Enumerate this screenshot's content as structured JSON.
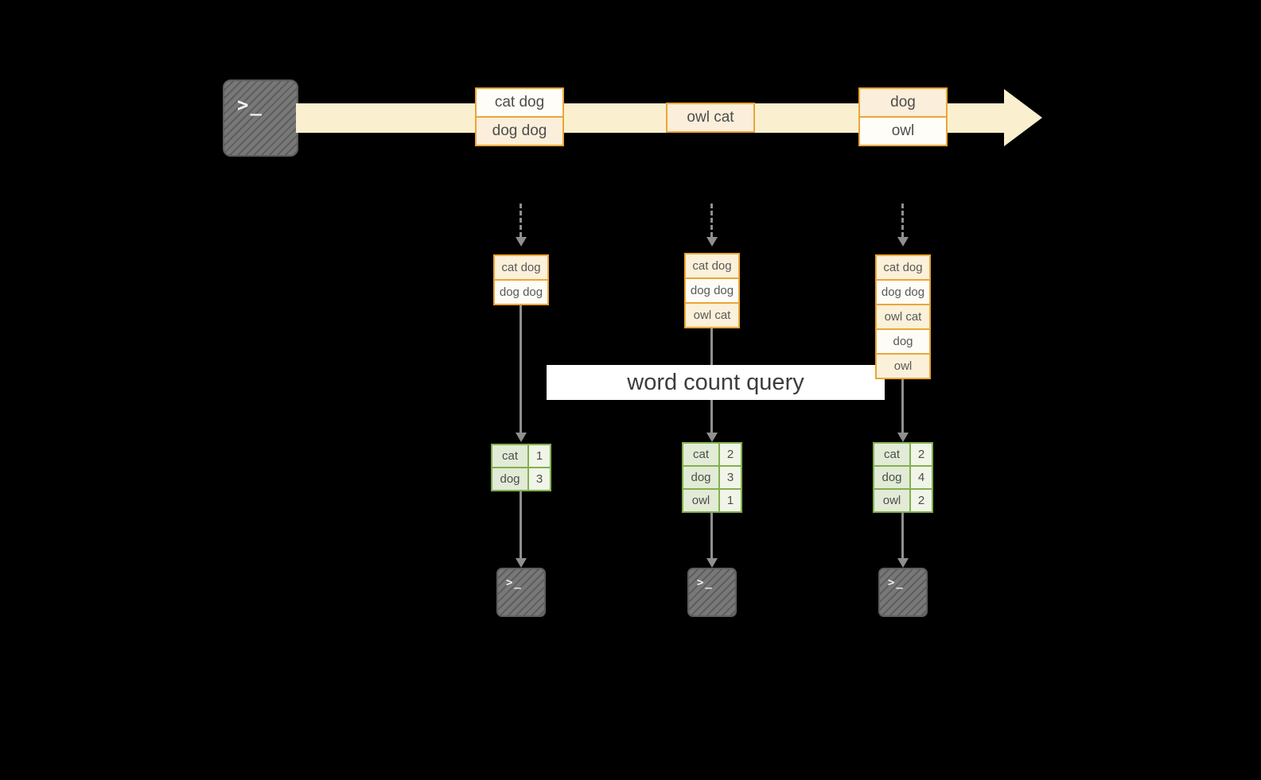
{
  "source_terminal": {
    "prompt": ">_"
  },
  "timeline": {
    "batches": [
      {
        "lines": [
          "cat dog",
          "dog dog"
        ]
      },
      {
        "lines": [
          "owl cat"
        ]
      },
      {
        "lines": [
          "dog",
          "owl"
        ]
      }
    ]
  },
  "query_banner": {
    "label": "word count query"
  },
  "columns": [
    {
      "inputs": [
        "cat dog",
        "dog dog"
      ],
      "result": {
        "rows": [
          [
            "cat",
            "1"
          ],
          [
            "dog",
            "3"
          ]
        ]
      },
      "sink_terminal": {
        "prompt": ">_"
      }
    },
    {
      "inputs": [
        "cat dog",
        "dog dog",
        "owl cat"
      ],
      "result": {
        "rows": [
          [
            "cat",
            "2"
          ],
          [
            "dog",
            "3"
          ],
          [
            "owl",
            "1"
          ]
        ]
      },
      "sink_terminal": {
        "prompt": ">_"
      }
    },
    {
      "inputs": [
        "cat dog",
        "dog dog",
        "owl cat",
        "dog",
        "owl"
      ],
      "result": {
        "rows": [
          [
            "cat",
            "2"
          ],
          [
            "dog",
            "4"
          ],
          [
            "owl",
            "2"
          ]
        ]
      },
      "sink_terminal": {
        "prompt": ">_"
      }
    }
  ],
  "colors": {
    "background": "#000000",
    "timeline_fill": "#FAF0CF",
    "box_border_orange": "#EAA637",
    "box_fill_cream": "#FBF0D9",
    "table_border_green": "#82B050",
    "table_fill_green": "#E2EBD6",
    "arrow_gray": "#8F8F8F",
    "terminal_gray": "#787878"
  }
}
